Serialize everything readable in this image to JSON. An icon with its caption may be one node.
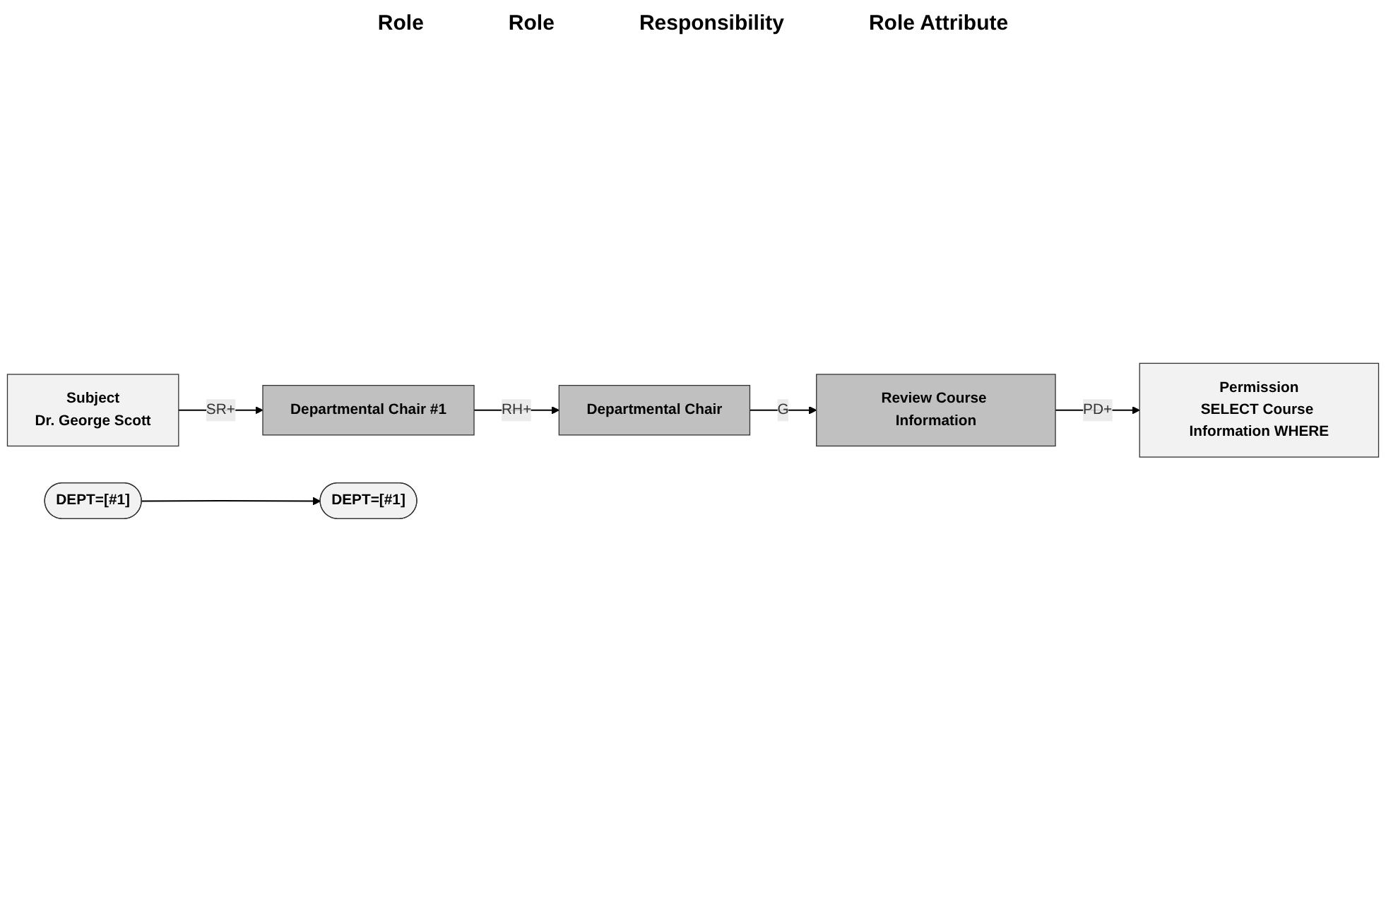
{
  "diagram": {
    "nodes": [
      {
        "text": [
          "Subject",
          "Dr. George Scott"
        ]
      },
      {
        "text": [
          "Departmental Chair #1"
        ]
      },
      {
        "text": [
          "DEPT=[#1]"
        ]
      },
      {
        "text": [
          "Departmental Chair"
        ]
      },
      {
        "text": [
          "Review Course Information"
        ]
      },
      {
        "text": [
          "Permission",
          "SELECT Course Information WHERE"
        ]
      },
      {
        "text": [
          "DEPT=[#1]"
        ]
      }
    ],
    "edges": [
      {
        "from": 0,
        "to": 1,
        "arrow": "to",
        "label": "SR+"
      },
      {
        "from": 1,
        "to": 3,
        "arrow": "to",
        "label": "RH+"
      },
      {
        "from": 3,
        "to": 4,
        "arrow": "to",
        "label": "G"
      },
      {
        "from": 4,
        "to": 5,
        "arrow": "to",
        "label": "PD+"
      },
      {
        "from": 6,
        "to": 2,
        "arrow": "to"
      }
    ],
    "labels": [
      "Role",
      "Role",
      "Responsibility",
      "Role Attribute"
    ]
  }
}
